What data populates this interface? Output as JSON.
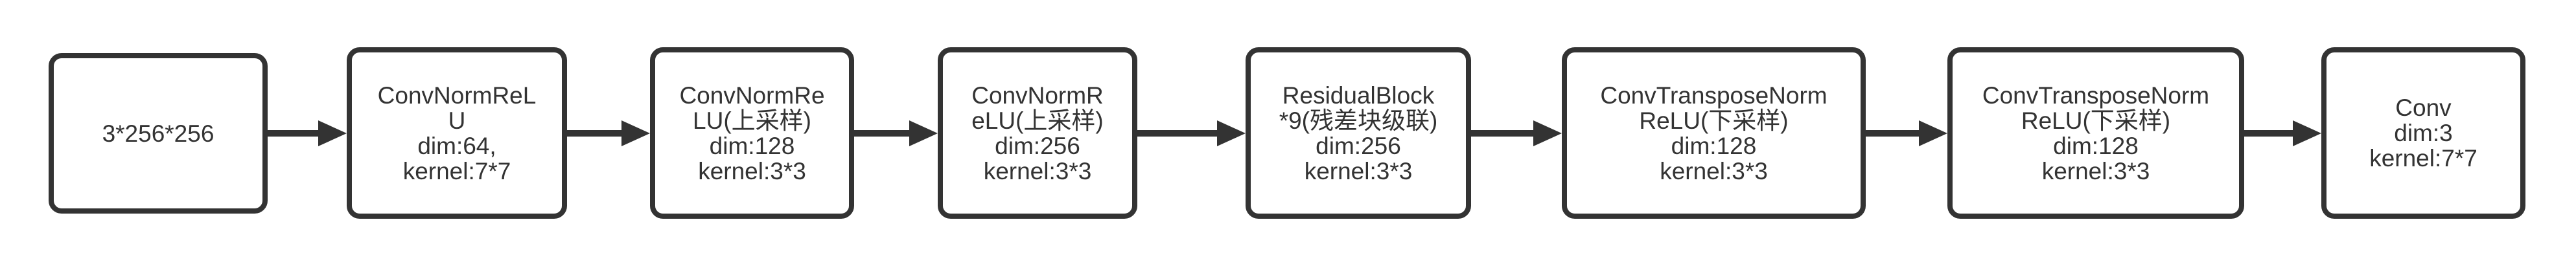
{
  "diagram": {
    "background_color": "#ffffff",
    "stroke_color": "#333333",
    "text_color": "#333333",
    "nodes": [
      {
        "name": "input-tensor",
        "lines": [
          "3*256*256"
        ]
      },
      {
        "name": "conv-norm-relu-7x7",
        "lines": [
          "ConvNormReL",
          "U",
          "dim:64,",
          "kernel:7*7"
        ]
      },
      {
        "name": "conv-norm-relu-sample-1",
        "lines": [
          "ConvNormRe",
          "LU(上采样)",
          "dim:128",
          "kernel:3*3"
        ]
      },
      {
        "name": "conv-norm-relu-sample-2",
        "lines": [
          "ConvNormR",
          "eLU(上采样)",
          "dim:256",
          "kernel:3*3"
        ]
      },
      {
        "name": "residual-blocks-x9",
        "lines": [
          "ResidualBlock",
          "*9(残差块级联)",
          "dim:256",
          "kernel:3*3"
        ]
      },
      {
        "name": "conv-transpose-norm-relu-1",
        "lines": [
          "ConvTransposeNorm",
          "ReLU(下采样)",
          "dim:128",
          "kernel:3*3"
        ]
      },
      {
        "name": "conv-transpose-norm-relu-2",
        "lines": [
          "ConvTransposeNorm",
          "ReLU(下采样)",
          "dim:128",
          "kernel:3*3"
        ]
      },
      {
        "name": "output-conv",
        "lines": [
          "Conv",
          "dim:3",
          "kernel:7*7"
        ]
      }
    ]
  }
}
